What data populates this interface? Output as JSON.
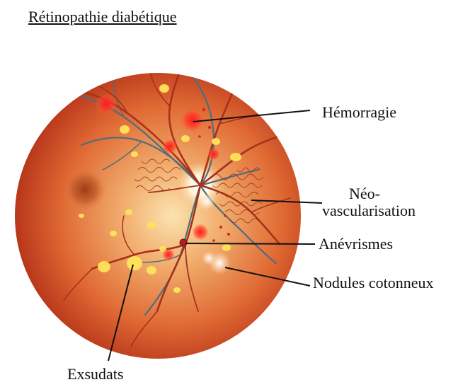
{
  "title": "Rétinopathie diabétique",
  "labels": {
    "hemorrhage": "Hémorragie",
    "neovascularisation_line1": "Néo-",
    "neovascularisation_line2": "vascularisation",
    "aneurysms": "Anévrismes",
    "cotton_wool_spots": "Nodules cotonneux",
    "exudates": "Exsudats"
  },
  "colors": {
    "fundus_center": "#f6c98a",
    "fundus_edge": "#b83a12",
    "vessel": "#a8331c",
    "vein": "#4e6a78",
    "macula": "#a9421d",
    "hemorrhage": "#ff2a2a",
    "exudate": "#ffe45a",
    "leader_line": "#111111"
  }
}
